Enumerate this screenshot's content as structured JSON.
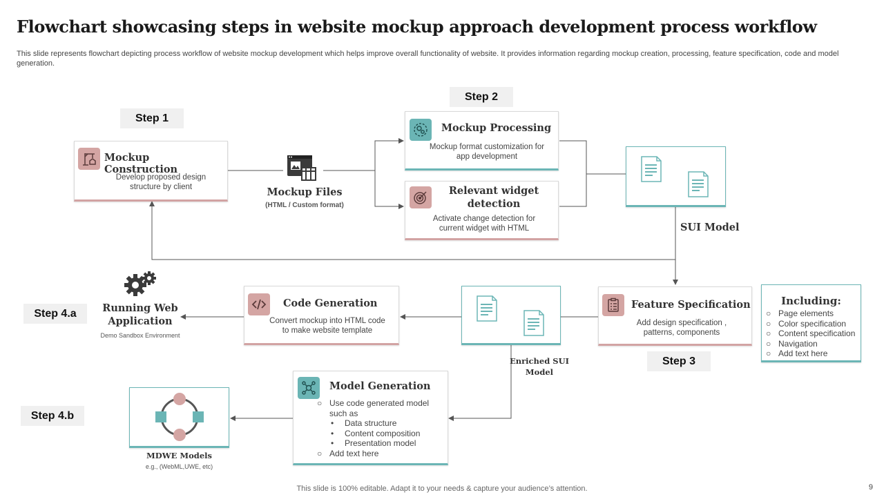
{
  "title": "Flowchart showcasing steps in website mockup approach development process workflow",
  "subtitle": "This slide represents flowchart depicting process workflow of website mockup development which helps improve overall functionality of website. It provides information regarding mockup creation, processing, feature specification, code and model generation.",
  "steps": {
    "step1": "Step 1",
    "step2": "Step 2",
    "step3": "Step 3",
    "step4a": "Step 4.a",
    "step4b": "Step 4.b"
  },
  "mockup_construction": {
    "title": "Mockup Construction",
    "desc": "Develop proposed design structure by client",
    "icon": "crane-icon"
  },
  "mockup_files": {
    "title": "Mockup Files",
    "sub": "(HTML / Custom format)",
    "icon": "browser-window-icon"
  },
  "mockup_processing": {
    "title": "Mockup Processing",
    "desc": "Mockup format customization for app development",
    "icon": "gears-cycle-icon"
  },
  "widget_detection": {
    "title": "Relevant widget detection",
    "desc": "Activate  change detection for current widget with HTML",
    "icon": "target-icon"
  },
  "sui_model": {
    "label": "SUI Model"
  },
  "feature_spec": {
    "title": "Feature Specification",
    "desc": "Add design specification , patterns, components",
    "icon": "clipboard-icon"
  },
  "including": {
    "title": "Including:",
    "items": [
      "Page elements",
      "Color specification",
      "Content specification",
      "Navigation",
      "Add text here"
    ]
  },
  "enriched_sui": {
    "label": "Enriched SUI Model"
  },
  "code_generation": {
    "title": "Code Generation",
    "desc": "Convert mockup into HTML code to  make website template",
    "icon": "code-icon"
  },
  "running_web_app": {
    "title": "Running Web Application",
    "sub": "Demo Sandbox Environment",
    "icon": "gears-icon"
  },
  "model_generation": {
    "title": "Model Generation",
    "icon": "network-icon",
    "items": [
      {
        "level": 1,
        "text": "Use code generated model such as"
      },
      {
        "level": 2,
        "text": "Data structure"
      },
      {
        "level": 2,
        "text": "Content composition"
      },
      {
        "level": 2,
        "text": "Presentation model"
      },
      {
        "level": 1,
        "text": "Add text here"
      }
    ]
  },
  "mdwe_models": {
    "title": "MDWE Models",
    "sub": "e.g., (WebML,UWE, etc)"
  },
  "footer": "This slide is 100% editable. Adapt it to your needs & capture your audience’s attention.",
  "page_number": "9",
  "colors": {
    "pink": "#d4a5a3",
    "teal": "#6bb5b5",
    "line": "#555555"
  }
}
